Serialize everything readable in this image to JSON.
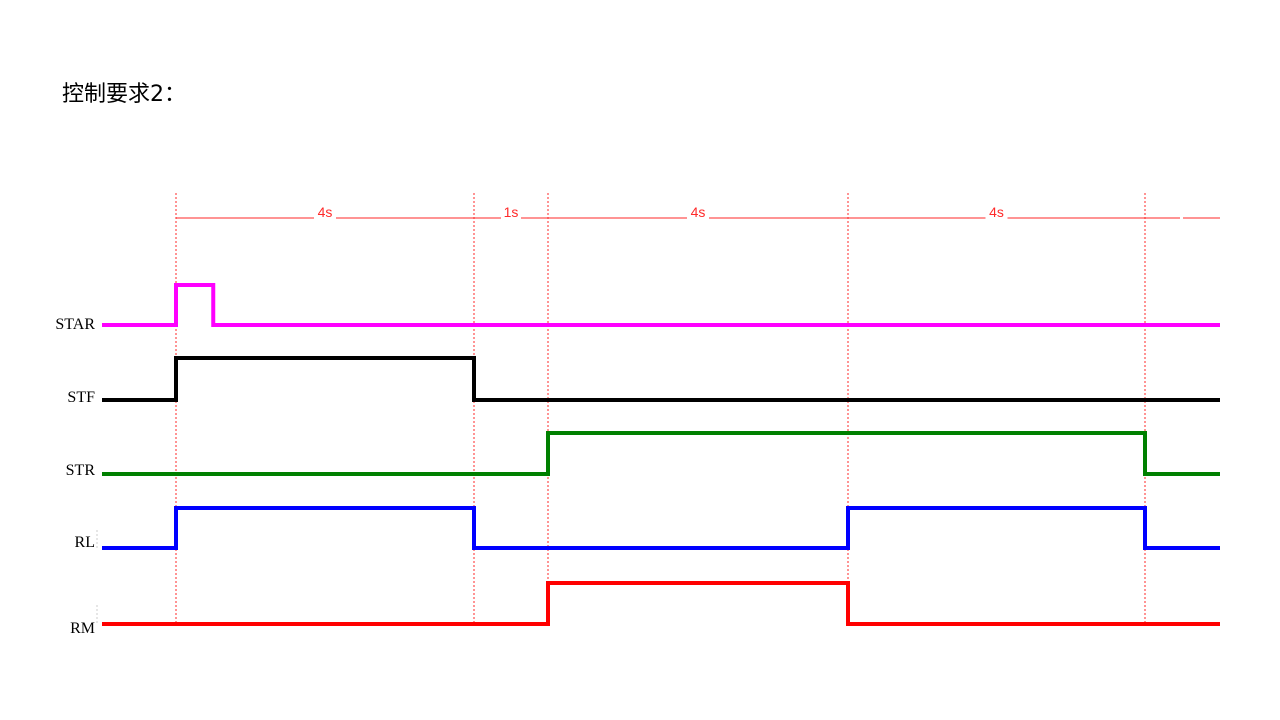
{
  "title": "控制要求2：",
  "colors": {
    "marker": "#ff2a2a",
    "background": "#ffffff"
  },
  "intervals": [
    {
      "label": "4s"
    },
    {
      "label": "1s"
    },
    {
      "label": "4s"
    },
    {
      "label": "4s"
    }
  ],
  "signals": [
    {
      "name": "STAR",
      "color": "#ff00ff",
      "transitions": [
        [
          0,
          0
        ],
        [
          0,
          1
        ],
        [
          0.5,
          0
        ]
      ]
    },
    {
      "name": "STF",
      "color": "#000000",
      "transitions": [
        [
          0,
          0
        ],
        [
          0,
          1
        ],
        [
          4,
          0
        ]
      ]
    },
    {
      "name": "STR",
      "color": "#008000",
      "transitions": [
        [
          0,
          0
        ],
        [
          5,
          1
        ],
        [
          13,
          0
        ]
      ]
    },
    {
      "name": "RL",
      "color": "#0000ff",
      "transitions": [
        [
          0,
          0
        ],
        [
          0,
          1
        ],
        [
          4,
          0
        ],
        [
          9,
          1
        ],
        [
          13,
          0
        ]
      ]
    },
    {
      "name": "RM",
      "color": "#ff0000",
      "transitions": [
        [
          0,
          0
        ],
        [
          5,
          1
        ],
        [
          9,
          0
        ]
      ]
    }
  ]
}
